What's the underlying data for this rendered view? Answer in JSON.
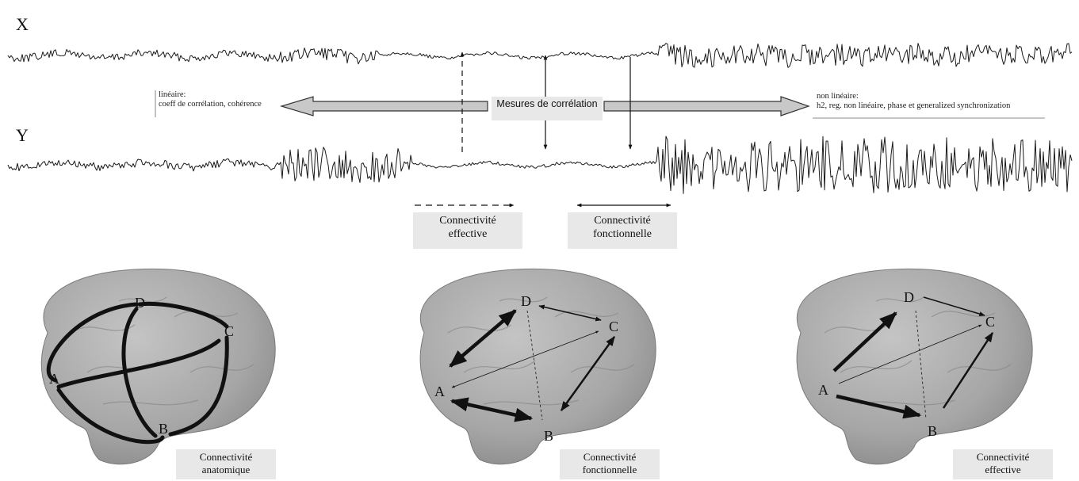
{
  "signals": {
    "x_label": "X",
    "y_label": "Y"
  },
  "correlation": {
    "center_label": "Mesures de corrélation",
    "linear_title": "linéaire:",
    "linear_desc": "coeff de corrélation, cohérence",
    "nonlinear_title": "non linéaire:",
    "nonlinear_desc": "h2, reg. non linéaire, phase et generalized synchronization"
  },
  "legend": {
    "effective": [
      "Connectivité",
      "effective"
    ],
    "functional": [
      "Connectivité",
      "fonctionnelle"
    ]
  },
  "brains": [
    {
      "caption": [
        "Connectivité",
        "anatomique"
      ],
      "nodes": [
        "A",
        "B",
        "C",
        "D"
      ]
    },
    {
      "caption": [
        "Connectivité",
        "fonctionnelle"
      ],
      "nodes": [
        "A",
        "B",
        "C",
        "D"
      ]
    },
    {
      "caption": [
        "Connectivité",
        "effective"
      ],
      "nodes": [
        "A",
        "B",
        "C",
        "D"
      ]
    }
  ],
  "colors": {
    "brain_fill": "#a9a9a9",
    "box_fill": "#e8e8e8",
    "ink": "#111111"
  }
}
